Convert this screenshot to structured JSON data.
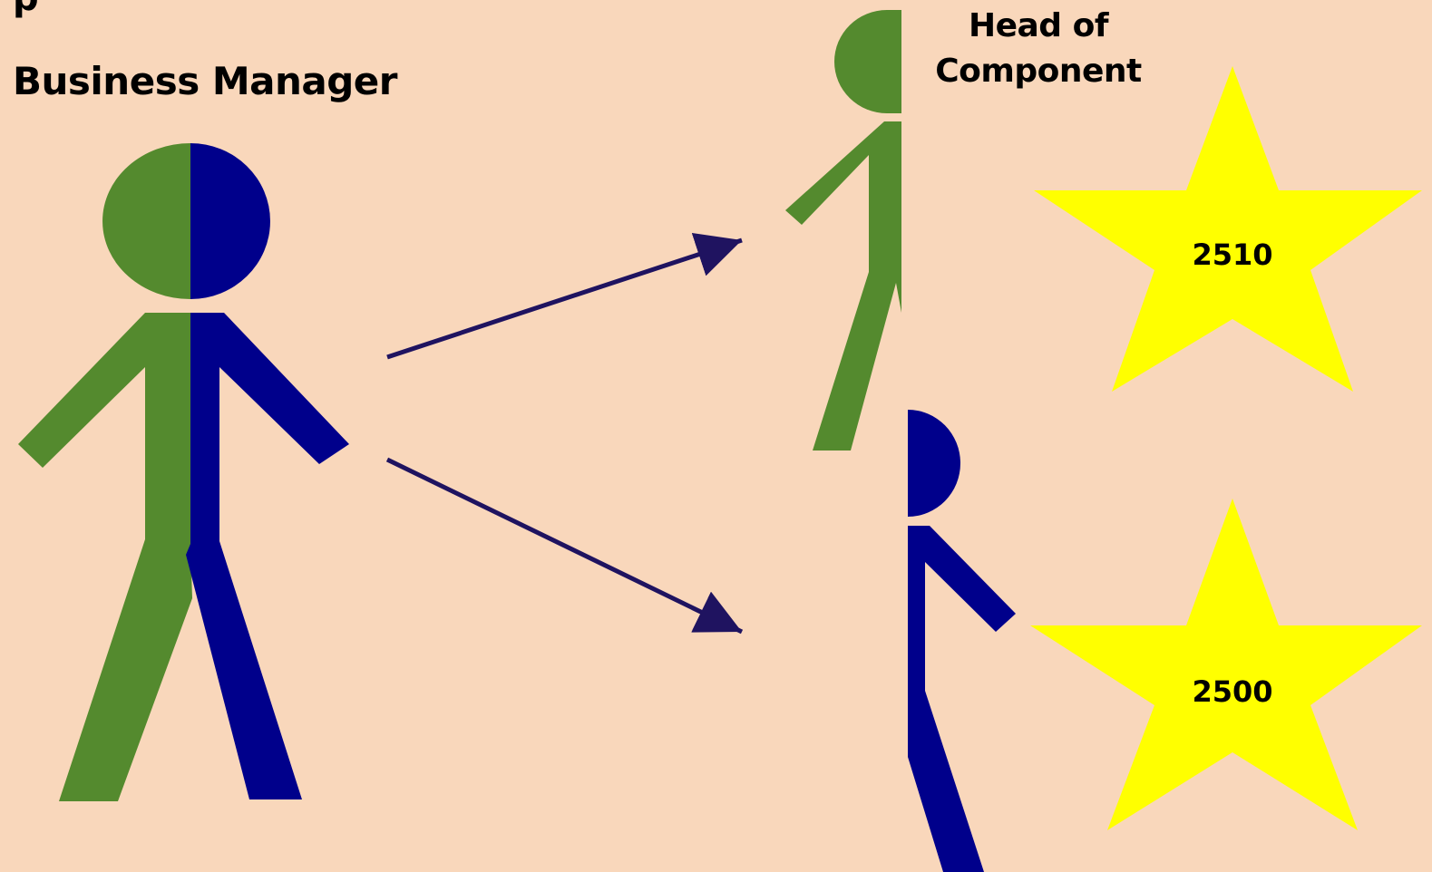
{
  "labels": {
    "top_cut": "p",
    "business_manager": "Business Manager",
    "head_of_component": "Head of\nComponent"
  },
  "stars": [
    {
      "value": "2510"
    },
    {
      "value": "2500"
    }
  ],
  "colors": {
    "background": "#f9d7bb",
    "green": "#548a2e",
    "blue": "#00008b",
    "arrow": "#1f1360",
    "star": "#ffff00"
  }
}
